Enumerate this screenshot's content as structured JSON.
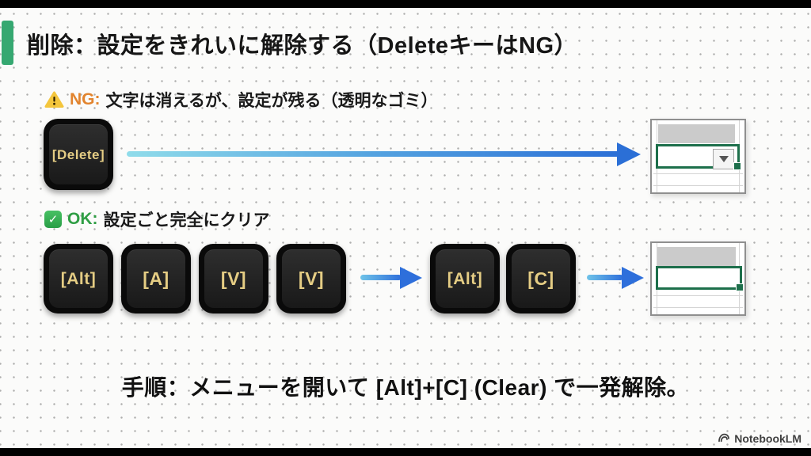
{
  "slide": {
    "title": "削除：設定をきれいに解除する（DeleteキーはNG）",
    "ng": {
      "label": "NG:",
      "text": "文字は消えるが、設定が残る（透明なゴミ）",
      "key": "[Delete]",
      "result": "cell-with-leftover-dropdown"
    },
    "ok": {
      "label": "OK:",
      "text": "設定ごと完全にクリア",
      "keys_step1": [
        "[Alt]",
        "[A]",
        "[V]",
        "[V]"
      ],
      "keys_step2": [
        "[Alt]",
        "[C]"
      ],
      "result": "clean-empty-cell"
    },
    "footer": "手順：メニューを開いて [Alt]+[C] (Clear) で一発解除。",
    "watermark": "NotebookLM",
    "icons": {
      "warning": "warning-triangle-icon",
      "check": "check-icon",
      "check_glyph": "✓",
      "dropdown": "dropdown-arrow-icon"
    },
    "colors": {
      "accent_green": "#36a871",
      "ng_orange": "#e2842e",
      "ok_green": "#2f9e44",
      "key_gold": "#e5cd84",
      "arrow_start": "#90dcea",
      "arrow_end": "#2b6fd6",
      "excel_selection_green": "#1d6f4b"
    }
  }
}
